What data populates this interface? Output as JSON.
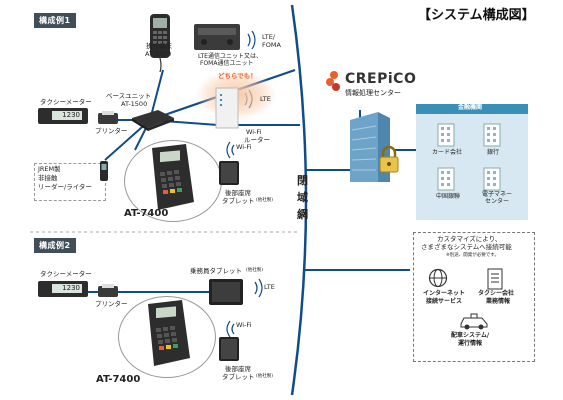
{
  "title": "【システム構成図】",
  "closed_network": [
    "閉",
    "域",
    "網"
  ],
  "example1": {
    "label": "構成例1",
    "terminal": [
      "操作端末",
      "AT-3300"
    ],
    "lte_unit": [
      "LTE通信ユニット又は、",
      "FOMA通信ユニット"
    ],
    "lte_foma": [
      "LTE/",
      "FOMA"
    ],
    "either": "どちらでも！",
    "base_unit": [
      "ベースユニット",
      "AT-1500"
    ],
    "lte": "LTE",
    "taxi_meter": "タクシーメーター",
    "meter_display": "1230",
    "printer": "プリンター",
    "wifi_router": [
      "Wi-Fi",
      "ルーター"
    ],
    "jrem_reader": [
      "JREM製",
      "非接触",
      "リーダー/ライター"
    ],
    "wifi": "Wi-Fi",
    "rear_tablet": [
      "後部座席",
      "タブレット"
    ],
    "own_company": "(他社製)",
    "device": "AT-7400"
  },
  "example2": {
    "label": "構成例2",
    "taxi_meter": "タクシーメーター",
    "meter_display": "1230",
    "printer": "プリンター",
    "crew_tablet": "乗務員タブレット",
    "own_company": "(他社製)",
    "lte": "LTE",
    "wifi": "Wi-Fi",
    "rear_tablet": [
      "後部座席",
      "タブレット"
    ],
    "device": "AT-7400"
  },
  "crepico": {
    "logo": "CREPiCO",
    "center": "情報処理センター"
  },
  "financial": {
    "header": "金融機関",
    "items": [
      "カード会社",
      "銀行",
      "中国銀聯",
      "電子マネー\nセンター"
    ]
  },
  "customize": {
    "text": [
      "カスタマイズにより、",
      "さまざまなシステムへ接続可能"
    ],
    "note": "※別途、開発が必要です。",
    "items": [
      [
        "インターネット",
        "接続サービス"
      ],
      [
        "タクシー会社",
        "業務情報"
      ],
      [
        "配車システム/",
        "運行情報"
      ]
    ]
  },
  "colors": {
    "accent_orange": "#e8612c",
    "network_blue": "#0e4c8c",
    "panel_blue": "#3a8fb7",
    "dark_panel": "#414d57"
  }
}
